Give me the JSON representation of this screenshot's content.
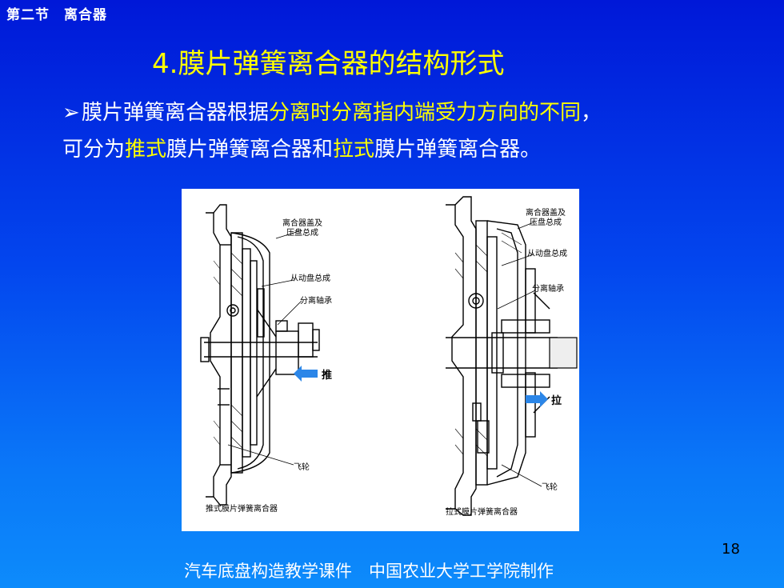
{
  "header": {
    "section": "第二节　离合器"
  },
  "title": "4.膜片弹簧离合器的结构形式",
  "body": {
    "bullet": "➢",
    "l1_a": "膜片弹簧离合器根据",
    "l1_b": "分离时分离指内端受力方向的不同",
    "l1_c": "，",
    "l2_a": "可分为",
    "l2_b": "推式",
    "l2_c": "膜片弹簧离合器和",
    "l2_d": "拉式",
    "l2_e": "膜片弹簧离合器。"
  },
  "figure": {
    "left": {
      "label_cover_1": "离合器盖及",
      "label_cover_2": "压盘总成",
      "label_driven": "从动盘总成",
      "label_bearing": "分离轴承",
      "label_push": "推",
      "label_flywheel": "飞轮",
      "caption": "推式膜片弹簧离合器"
    },
    "right": {
      "label_cover_1": "离合器盖及",
      "label_cover_2": "压盘总成",
      "label_driven": "从动盘总成",
      "label_bearing": "分离轴承",
      "label_pull": "拉",
      "label_flywheel": "飞轮",
      "caption": "拉式膜片弹簧离合器"
    },
    "arrow_color": "#2b86e8"
  },
  "page_number": "18",
  "footer": "汽车底盘构造教学课件　中国农业大学工学院制作"
}
